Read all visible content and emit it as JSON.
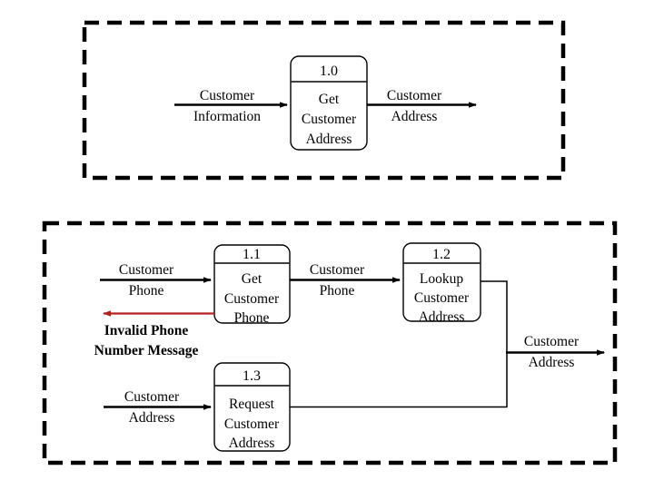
{
  "diagram": {
    "type": "data-flow-diagram",
    "colors": {
      "line": "#000000",
      "error_flow": "#B32020",
      "background": "#FFFFFF",
      "boundary": "#000000"
    },
    "boundaries": [
      {
        "name": "context-boundary-top"
      },
      {
        "name": "decomposition-boundary-bottom"
      }
    ],
    "processes": [
      {
        "number": "1.0",
        "lines": [
          "Get",
          "Customer",
          "Address"
        ]
      },
      {
        "number": "1.1",
        "lines": [
          "Get",
          "Customer",
          "Phone"
        ]
      },
      {
        "number": "1.2",
        "lines": [
          "Lookup",
          "Customer",
          "Address"
        ]
      },
      {
        "number": "1.3",
        "lines": [
          "Request",
          "Customer",
          "Address"
        ]
      }
    ],
    "flows": [
      {
        "name": "customer-information-in",
        "lines": [
          "Customer",
          "Information"
        ],
        "color": "#000000"
      },
      {
        "name": "customer-address-out-top",
        "lines": [
          "Customer",
          "Address"
        ],
        "color": "#000000"
      },
      {
        "name": "customer-phone-in",
        "lines": [
          "Customer",
          "Phone"
        ],
        "color": "#000000"
      },
      {
        "name": "invalid-phone-number-message",
        "lines": [
          "Invalid Phone",
          "Number Message"
        ],
        "color": "#B32020"
      },
      {
        "name": "customer-phone-to-lookup",
        "lines": [
          "Customer",
          "Phone"
        ],
        "color": "#000000"
      },
      {
        "name": "customer-address-in-request",
        "lines": [
          "Customer",
          "Address"
        ],
        "color": "#000000"
      },
      {
        "name": "customer-address-out-bottom",
        "lines": [
          "Customer",
          "Address"
        ],
        "color": "#000000"
      }
    ]
  }
}
